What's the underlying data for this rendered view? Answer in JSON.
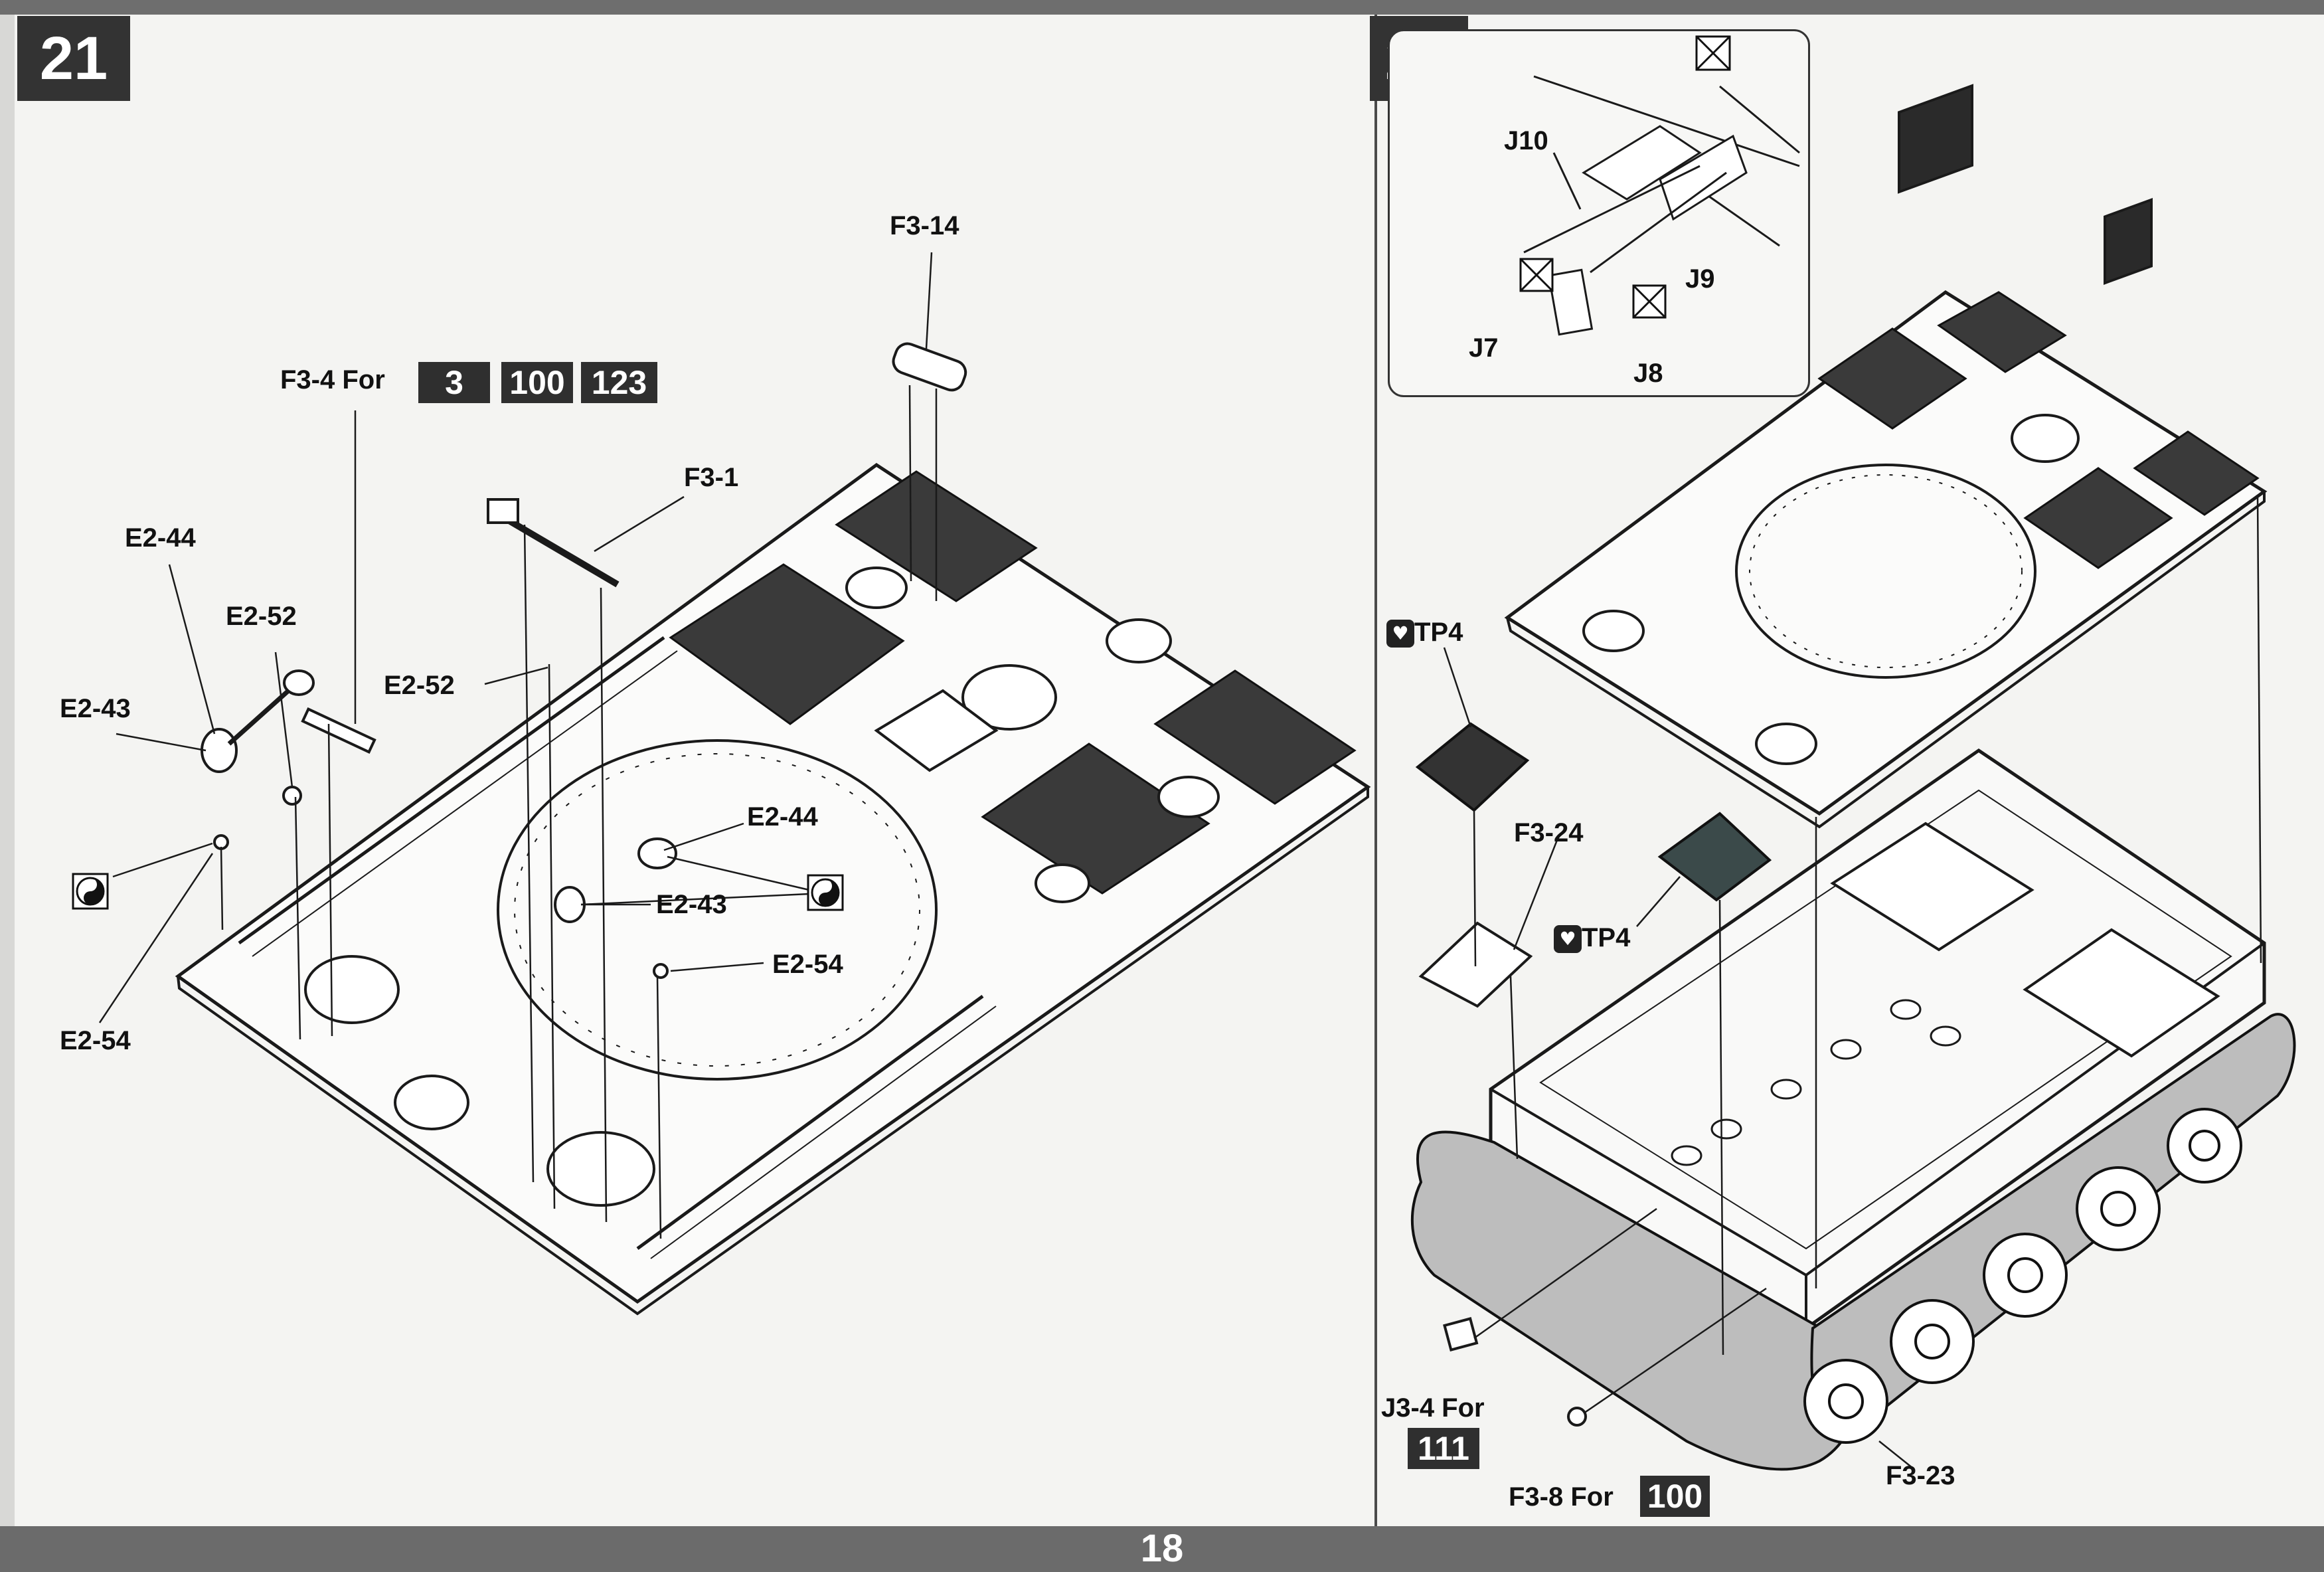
{
  "page_number": "18",
  "steps": [
    {
      "number": "21",
      "labels": {
        "f3_14": "F3-14",
        "f3_4": "F3-4 For",
        "f3_1": "F3-1",
        "e2_44_a": "E2-44",
        "e2_52_a": "E2-52",
        "e2_52_b": "E2-52",
        "e2_43_a": "E2-43",
        "e2_44_b": "E2-44",
        "e2_43_b": "E2-43",
        "e2_54_a": "E2-54",
        "e2_54_b": "E2-54"
      },
      "f3_4_versions": [
        "3",
        "100",
        "123"
      ]
    },
    {
      "number": "22",
      "labels": {
        "j10": "J10",
        "j9": "J9",
        "j7": "J7",
        "j8": "J8",
        "tp4_a": "TP4",
        "tp4_b": "TP4",
        "f3_24": "F3-24",
        "j3_4": "J3-4 For",
        "f3_8": "F3-8 For",
        "f3_23": "F3-23"
      },
      "j3_4_version": "111",
      "f3_8_version": "100"
    }
  ],
  "icons": {
    "glue": "yin-yang-glue-icon",
    "remove": "crossed-box-remove-icon",
    "paint": "heart-paint-icon"
  },
  "colors": {
    "badge": "#333333",
    "bars": "#6b6b6b",
    "line_art": "#1a1a1a"
  }
}
